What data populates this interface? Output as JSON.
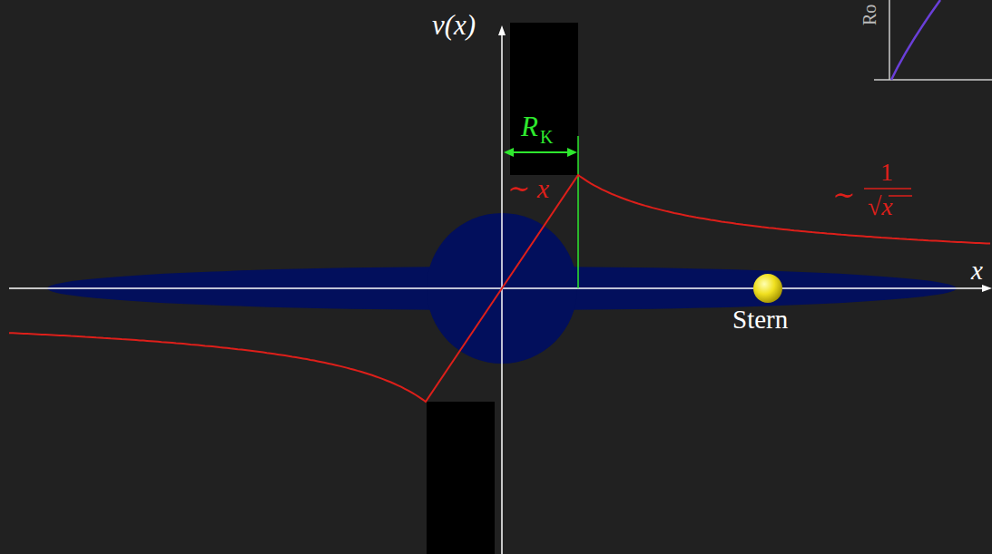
{
  "diagram": {
    "labels": [
      "v(x)",
      "x",
      "R",
      "K",
      "∼ x",
      "∼",
      "1",
      "√x",
      "Stern",
      "Ro"
    ]
  }
}
